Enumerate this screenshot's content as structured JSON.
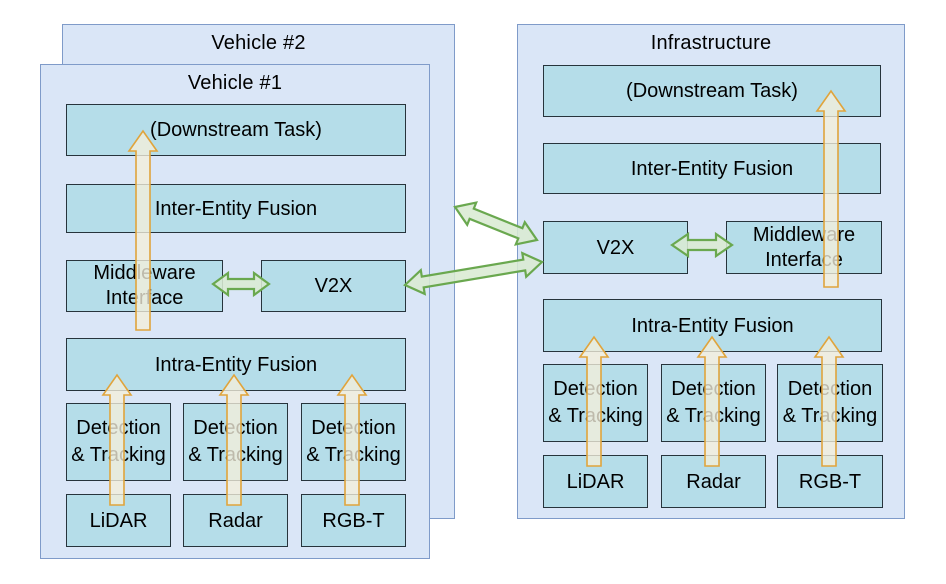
{
  "vehicle2": {
    "title": "Vehicle #2"
  },
  "vehicle1": {
    "title": "Vehicle #1",
    "blocks": {
      "downstream": "(Downstream Task)",
      "inter_fusion": "Inter-Entity Fusion",
      "middleware": "Middleware Interface",
      "v2x": "V2X",
      "intra_fusion": "Intra-Entity Fusion",
      "det": {
        "line1": "Detection",
        "line2": "& Tracking"
      },
      "sensors": [
        "LiDAR",
        "Radar",
        "RGB-T"
      ]
    }
  },
  "infrastructure": {
    "title": "Infrastructure",
    "blocks": {
      "downstream": "(Downstream Task)",
      "inter_fusion": "Inter-Entity Fusion",
      "v2x": "V2X",
      "middleware": "Middleware Interface",
      "intra_fusion": "Intra-Entity Fusion",
      "det": {
        "line1": "Detection",
        "line2": "& Tracking"
      },
      "sensors": [
        "LiDAR",
        "Radar",
        "RGB-T"
      ]
    }
  },
  "colors": {
    "entity_fill": "#dae6f7",
    "entity_border": "#7f9bc9",
    "block_fill": "#b5dde9",
    "block_border": "#27343c",
    "flow_fill": "#f4eedb",
    "flow_stroke": "#e0a43c",
    "link_fill": "#d9ead3",
    "link_stroke": "#6aa84f",
    "text_color": "#000000",
    "page_bg": "#ffffff"
  }
}
